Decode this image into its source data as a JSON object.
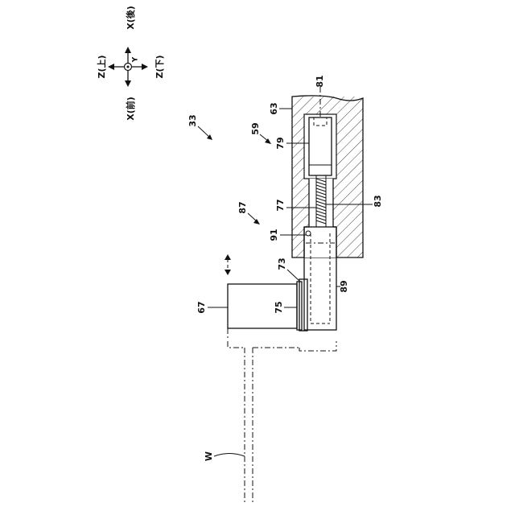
{
  "axes": {
    "up": "Z(上)",
    "down": "Z(下)",
    "front": "X(前)",
    "rear": "X(後)",
    "y": "Y"
  },
  "labels": {
    "l33": "33",
    "l59": "59",
    "l63": "63",
    "l79": "79",
    "l81": "81",
    "l77": "77",
    "l83": "83",
    "l87": "87",
    "l91": "91",
    "l73": "73",
    "l89": "89",
    "l67": "67",
    "l75": "75",
    "lW": "W"
  },
  "colors": {
    "ink": "#111111",
    "background": "#ffffff"
  }
}
